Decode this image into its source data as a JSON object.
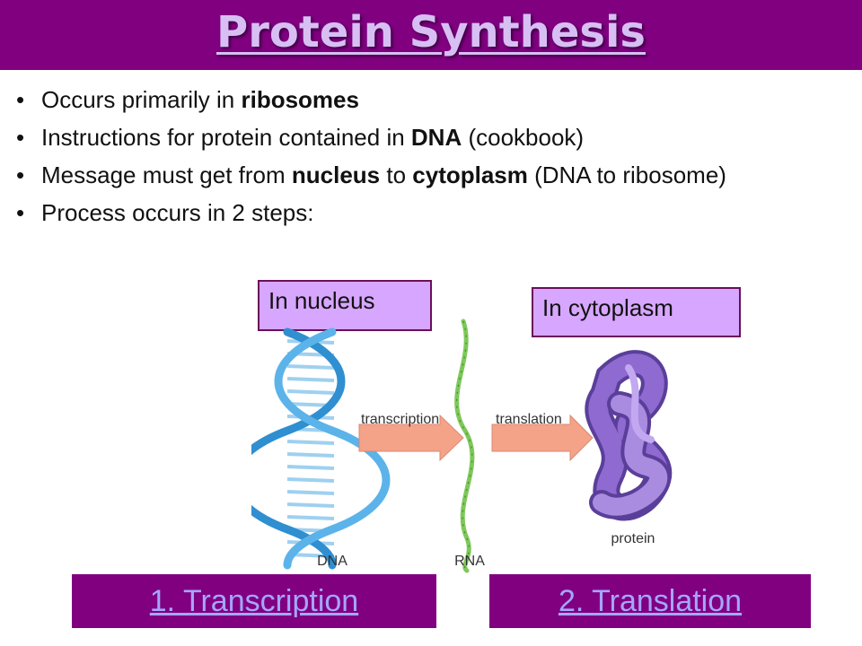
{
  "slide": {
    "title": "Protein Synthesis",
    "bullets": [
      {
        "parts": [
          {
            "t": "Occurs primarily in "
          },
          {
            "t": "ribosomes",
            "b": true
          }
        ]
      },
      {
        "parts": [
          {
            "t": "Instructions for protein contained in "
          },
          {
            "t": "DNA",
            "b": true
          },
          {
            "t": " (cookbook)"
          }
        ]
      },
      {
        "parts": [
          {
            "t": "Message must get from "
          },
          {
            "t": "nucleus",
            "b": true
          },
          {
            "t": " to "
          },
          {
            "t": "cytoplasm",
            "b": true
          },
          {
            "t": " (DNA to ribosome)"
          }
        ]
      },
      {
        "parts": [
          {
            "t": "Process occurs in 2 steps:"
          }
        ]
      }
    ],
    "label_nucleus": "In nucleus",
    "label_cytoplasm": "In cytoplasm",
    "tab1": "1. Transcription",
    "tab2": "2. Translation"
  },
  "diagram": {
    "arrow1_label": "transcription",
    "arrow2_label": "translation",
    "dna_label": "DNA",
    "rna_label": "RNA",
    "protein_label": "protein"
  },
  "colors": {
    "header_bg": "#800080",
    "title": "#d7bff4",
    "label_box": "#d7a6ff",
    "tab_text": "#a5a5ff",
    "dna": "#2f8fd0",
    "rna": "#7ec85a",
    "protein": "#8f6ad0",
    "arrow": "#f4a288"
  }
}
